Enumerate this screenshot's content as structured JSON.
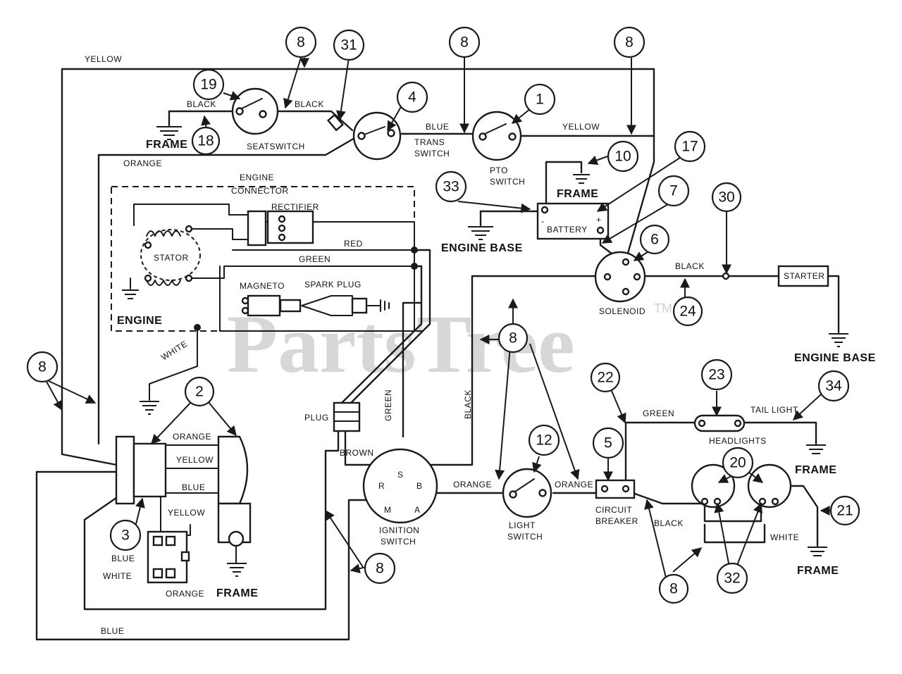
{
  "callouts": {
    "c1": "1",
    "c2": "2",
    "c3": "3",
    "c4": "4",
    "c5": "5",
    "c6": "6",
    "c7": "7",
    "c8": "8",
    "c10": "10",
    "c12": "12",
    "c17": "17",
    "c18": "18",
    "c19": "19",
    "c20": "20",
    "c21": "21",
    "c22": "22",
    "c23": "23",
    "c24": "24",
    "c30": "30",
    "c31": "31",
    "c32": "32",
    "c33": "33",
    "c34": "34"
  },
  "wires": {
    "yellow": "YELLOW",
    "black": "BLACK",
    "blue": "BLUE",
    "orange": "ORANGE",
    "red": "RED",
    "green": "GREEN",
    "white": "WHITE",
    "brown": "BROWN"
  },
  "components": {
    "seatswitch": "SEATSWITCH",
    "trans_line1": "TRANS",
    "trans_line2": "SWITCH",
    "pto_line1": "PTO",
    "pto_line2": "SWITCH",
    "battery": "BATTERY",
    "battery_minus": "-",
    "battery_plus": "+",
    "solenoid": "SOLENOID",
    "starter": "STARTER",
    "engine_connector_line1": "ENGINE",
    "engine_connector_line2": "CONNECTOR",
    "rectifier": "RECTIFIER",
    "stator": "STATOR",
    "magneto": "MAGNETO",
    "spark_plug": "SPARK PLUG",
    "plug": "PLUG",
    "ignition_line1": "IGNITION",
    "ignition_line2": "SWITCH",
    "light_line1": "LIGHT",
    "light_line2": "SWITCH",
    "breaker_line1": "CIRCUIT",
    "breaker_line2": "BREAKER",
    "headlights": "HEADLIGHTS",
    "tail_light": "TAIL LIGHT",
    "term_s": "S",
    "term_b": "B",
    "term_r": "R",
    "term_m": "M",
    "term_a": "A"
  },
  "grounds": {
    "frame": "FRAME",
    "engine": "ENGINE",
    "engine_base": "ENGINE BASE"
  },
  "watermark": {
    "text": "PartsTree",
    "tm": "TM"
  }
}
